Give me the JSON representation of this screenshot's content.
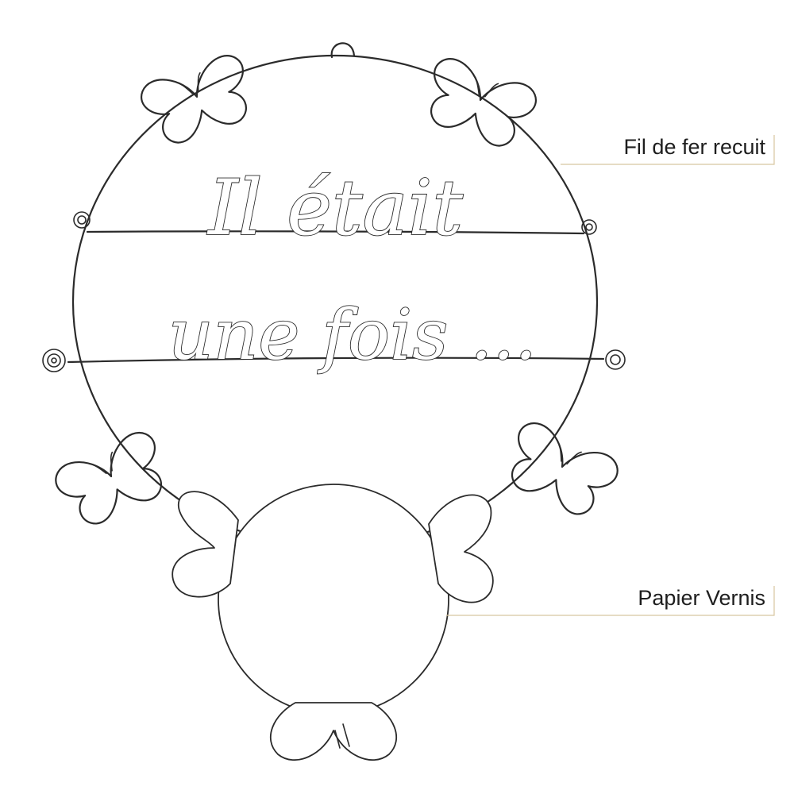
{
  "artwork": {
    "line1": "Il était",
    "line2": "une fois ...",
    "line_color": "#2b2b2b"
  },
  "callouts": {
    "wire": {
      "label": "Fil de fer recuit",
      "line_color": "#d8c6a0"
    },
    "paper": {
      "label": "Papier Vernis",
      "line_color": "#d8c6a0"
    }
  }
}
